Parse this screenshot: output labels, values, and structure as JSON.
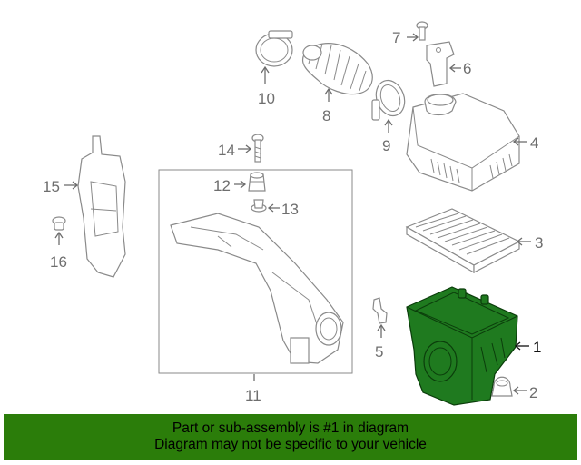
{
  "callouts": {
    "c1": "1",
    "c2": "2",
    "c3": "3",
    "c4": "4",
    "c5": "5",
    "c6": "6",
    "c7": "7",
    "c8": "8",
    "c9": "9",
    "c10": "10",
    "c11": "11",
    "c12": "12",
    "c13": "13",
    "c14": "14",
    "c15": "15",
    "c16": "16"
  },
  "banner": {
    "line1": "Part or sub-assembly is #1 in diagram",
    "line2": "Diagram may not be specific to your vehicle",
    "color": "#2b7d0a"
  },
  "highlight_color": "#1f7a1f"
}
